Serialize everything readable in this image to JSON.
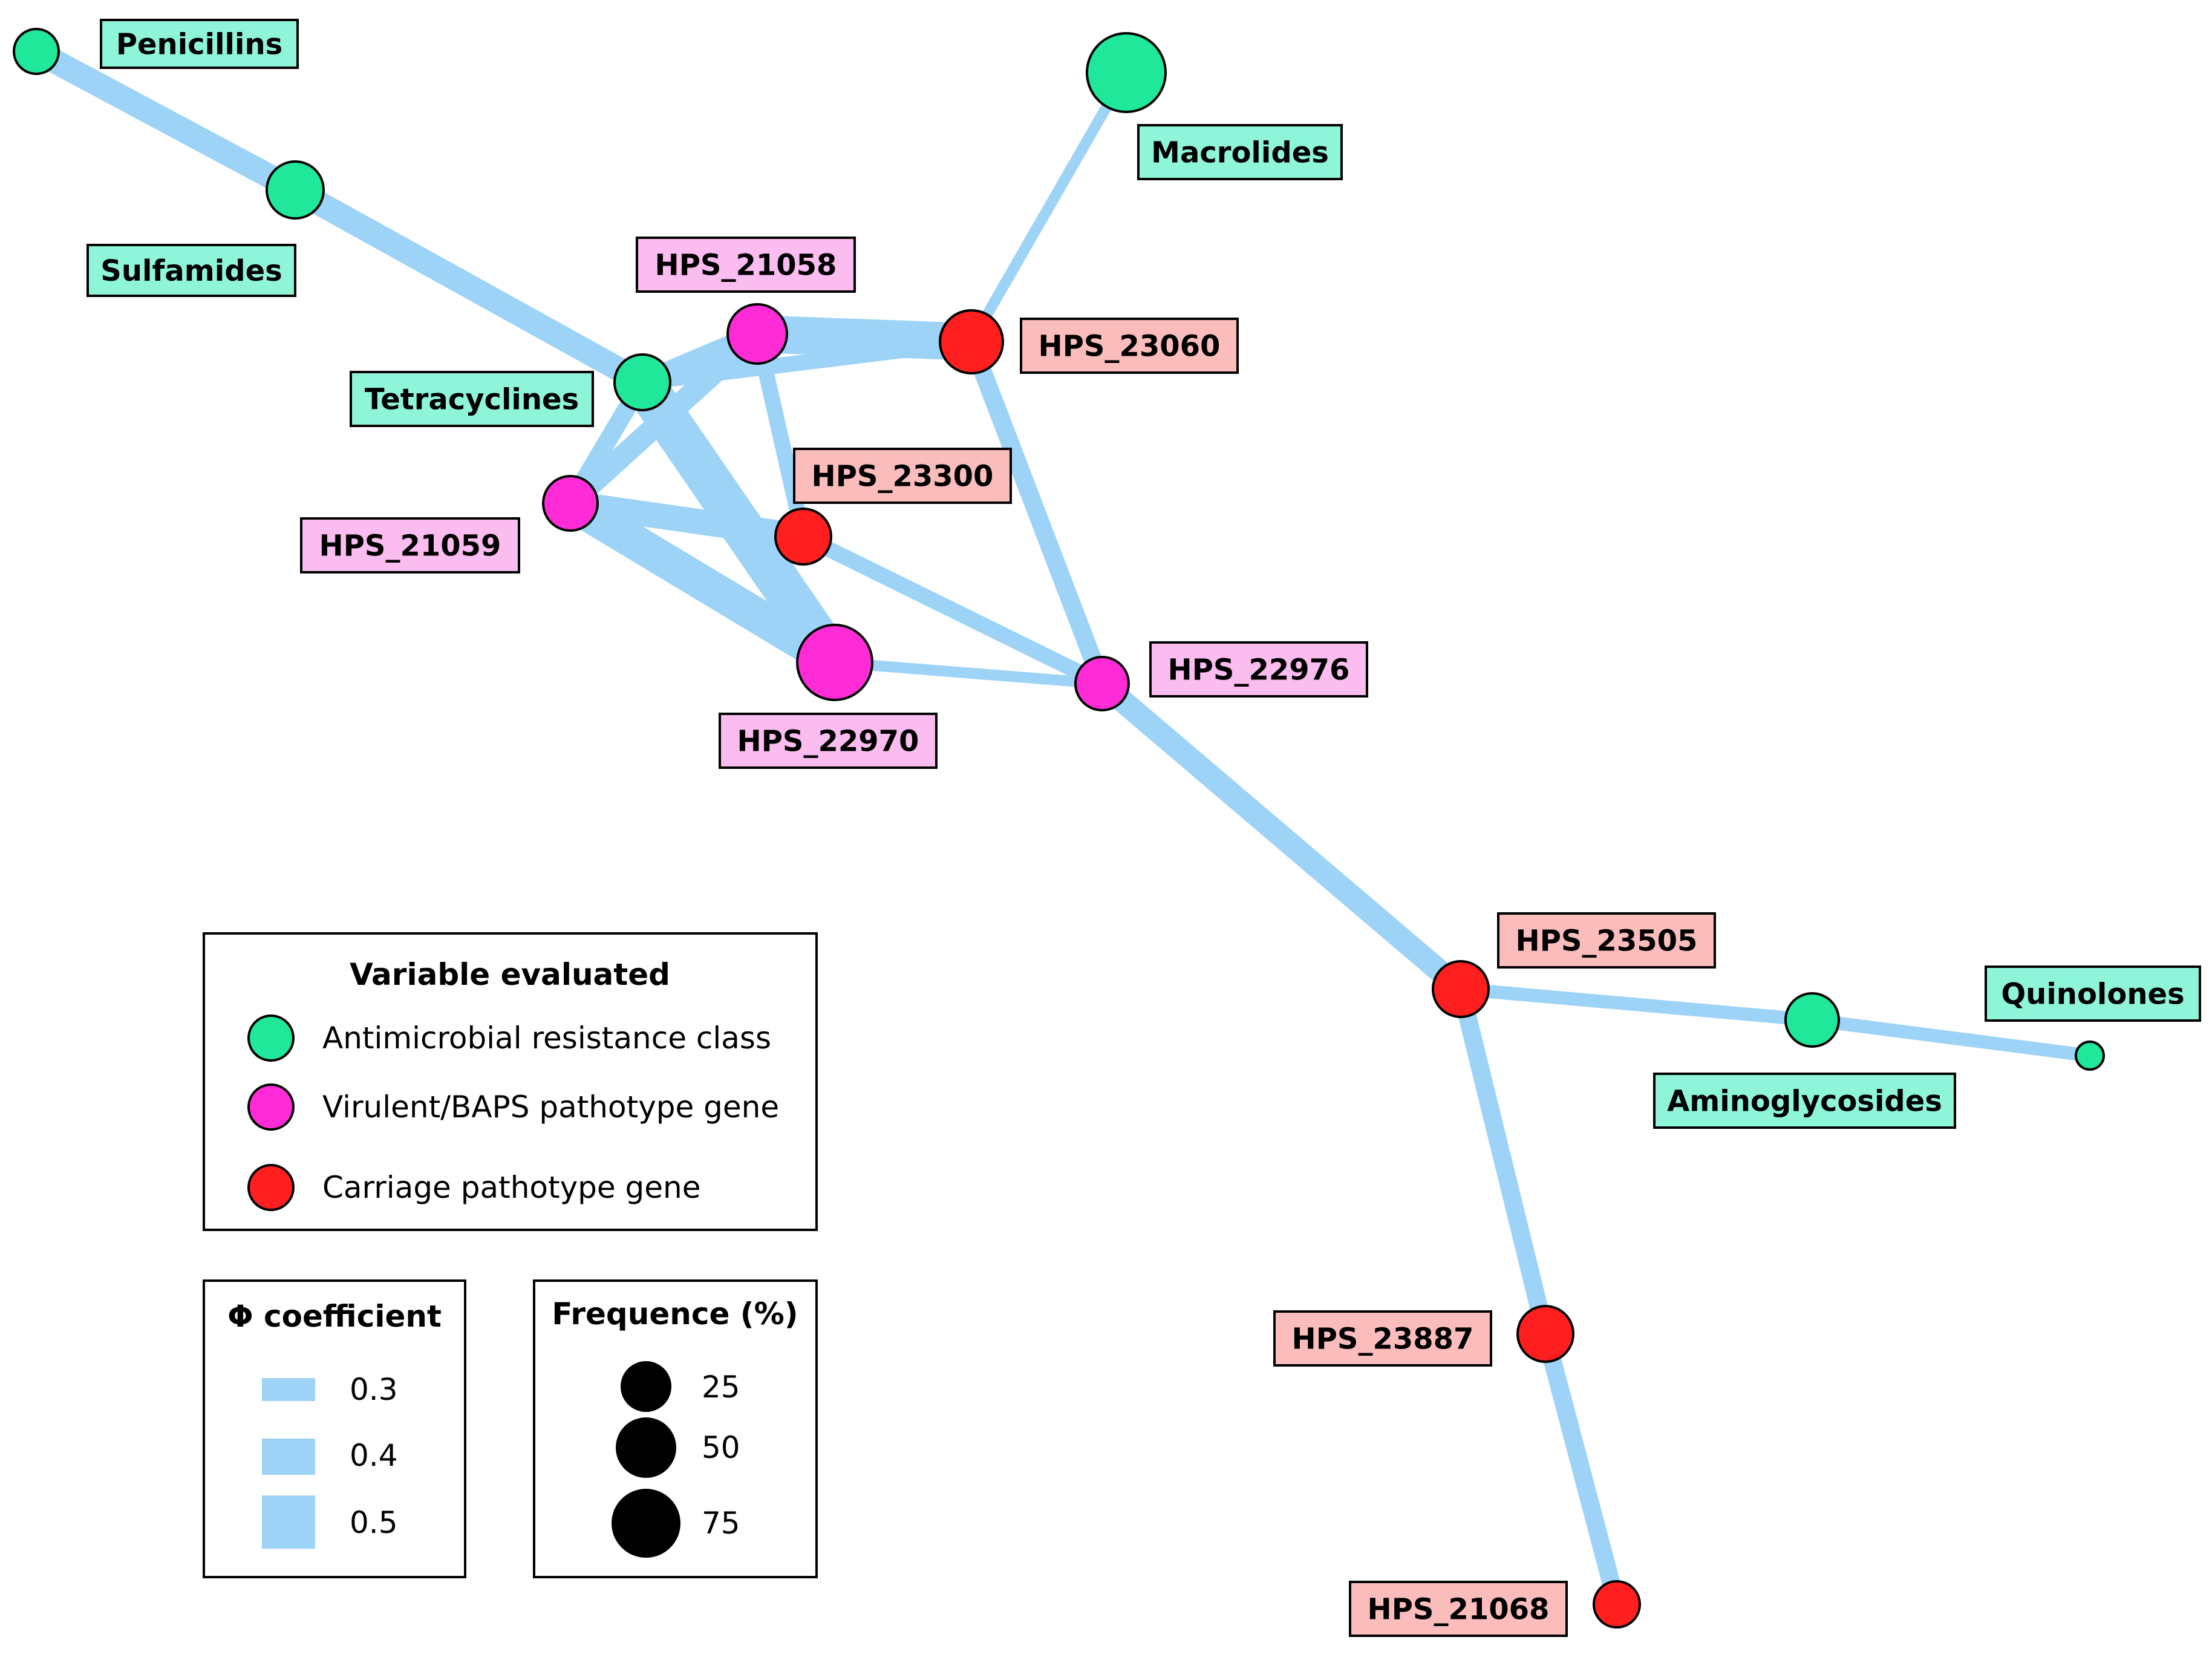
{
  "colors": {
    "antimicrobial": "#1fe89a",
    "virulent": "#ff2bd6",
    "carriage": "#ff1f1f",
    "edge": "#9dd3f6",
    "label_antimicrobial_bg": "#8ef5d8",
    "label_virulent_bg": "#fbbcef",
    "label_carriage_bg": "#fbbcbc"
  },
  "nodes": [
    {
      "id": "Penicillins",
      "label": "Penicillins",
      "category": "antimicrobial"
    },
    {
      "id": "Sulfamides",
      "label": "Sulfamides",
      "category": "antimicrobial"
    },
    {
      "id": "Tetracyclines",
      "label": "Tetracyclines",
      "category": "antimicrobial"
    },
    {
      "id": "Macrolides",
      "label": "Macrolides",
      "category": "antimicrobial"
    },
    {
      "id": "Aminoglycosides",
      "label": "Aminoglycosides",
      "category": "antimicrobial"
    },
    {
      "id": "Quinolones",
      "label": "Quinolones",
      "category": "antimicrobial"
    },
    {
      "id": "HPS_21058",
      "label": "HPS_21058",
      "category": "virulent"
    },
    {
      "id": "HPS_21059",
      "label": "HPS_21059",
      "category": "virulent"
    },
    {
      "id": "HPS_22970",
      "label": "HPS_22970",
      "category": "virulent"
    },
    {
      "id": "HPS_22976",
      "label": "HPS_22976",
      "category": "virulent"
    },
    {
      "id": "HPS_23060",
      "label": "HPS_23060",
      "category": "carriage"
    },
    {
      "id": "HPS_23300",
      "label": "HPS_23300",
      "category": "carriage"
    },
    {
      "id": "HPS_23505",
      "label": "HPS_23505",
      "category": "carriage"
    },
    {
      "id": "HPS_23887",
      "label": "HPS_23887",
      "category": "carriage"
    },
    {
      "id": "HPS_21068",
      "label": "HPS_21068",
      "category": "carriage"
    }
  ],
  "edges": [
    {
      "source": "Penicillins",
      "target": "Sulfamides"
    },
    {
      "source": "Sulfamides",
      "target": "Tetracyclines"
    },
    {
      "source": "Tetracyclines",
      "target": "HPS_21058"
    },
    {
      "source": "Tetracyclines",
      "target": "HPS_21059"
    },
    {
      "source": "Tetracyclines",
      "target": "HPS_22970"
    },
    {
      "source": "HPS_21058",
      "target": "HPS_23060"
    },
    {
      "source": "Tetracyclines",
      "target": "HPS_23060"
    },
    {
      "source": "HPS_21058",
      "target": "HPS_23300"
    },
    {
      "source": "HPS_21058",
      "target": "HPS_21059"
    },
    {
      "source": "HPS_21059",
      "target": "HPS_23300"
    },
    {
      "source": "HPS_21059",
      "target": "HPS_22970"
    },
    {
      "source": "HPS_23300",
      "target": "HPS_22976"
    },
    {
      "source": "HPS_22970",
      "target": "HPS_22976"
    },
    {
      "source": "HPS_23060",
      "target": "HPS_22976"
    },
    {
      "source": "Macrolides",
      "target": "HPS_23060"
    },
    {
      "source": "HPS_22976",
      "target": "HPS_23505"
    },
    {
      "source": "HPS_23505",
      "target": "Aminoglycosides"
    },
    {
      "source": "Aminoglycosides",
      "target": "Quinolones"
    },
    {
      "source": "HPS_23505",
      "target": "HPS_23887"
    },
    {
      "source": "HPS_23887",
      "target": "HPS_21068"
    }
  ],
  "legend": {
    "variable": {
      "title": "Variable evaluated",
      "items": [
        {
          "label": "Antimicrobial resistance class",
          "category": "antimicrobial"
        },
        {
          "label": "Virulent/BAPS pathotype gene",
          "category": "virulent"
        },
        {
          "label": "Carriage pathotype gene",
          "category": "carriage"
        }
      ]
    },
    "phi": {
      "title": "Φ coefficient",
      "items": [
        "0.3",
        "0.4",
        "0.5"
      ]
    },
    "frequence": {
      "title": "Frequence (%)",
      "items": [
        "25",
        "50",
        "75"
      ]
    }
  }
}
